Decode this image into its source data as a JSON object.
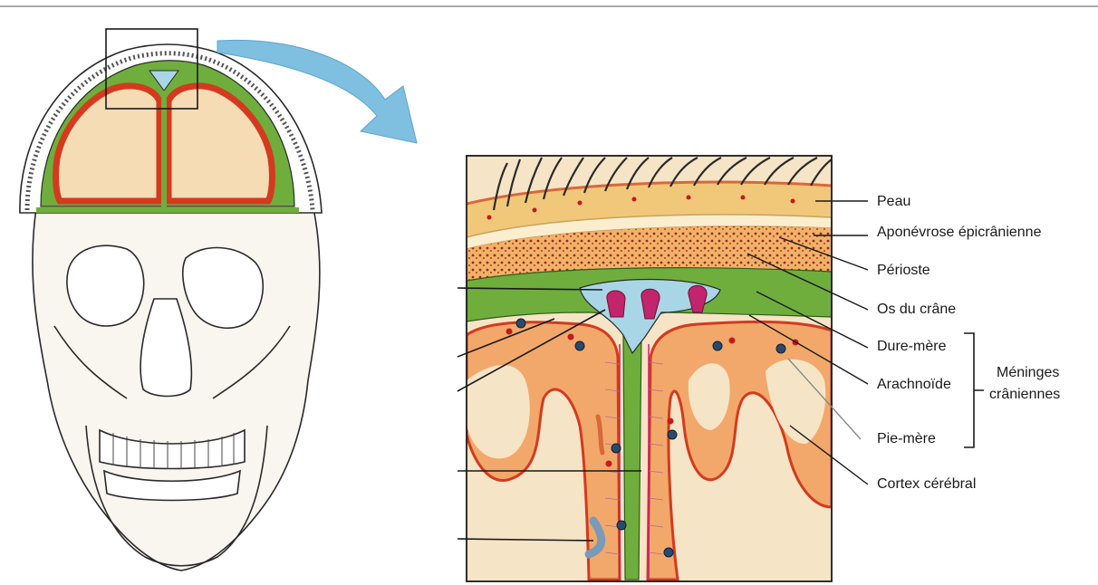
{
  "labels": {
    "peau": "Peau",
    "aponevrose": "Aponévrose épicrânienne",
    "perioste": "Périoste",
    "os": "Os du crâne",
    "dure": "Dure-mère",
    "arachnoide": "Arachnoïde",
    "pie": "Pie-mère",
    "cortex": "Cortex cérébral",
    "meninges_line1": "Méninges",
    "meninges_line2": "crâniennes"
  },
  "colors": {
    "bone": "#f3efe4",
    "dura": "#6fae3c",
    "csf": "#a9d6e6",
    "arrow": "#7fbfe0",
    "cortex": "#f2a86b",
    "cortex_edge": "#d43a1e",
    "white_matter": "#f6dcb4",
    "skin": "#f1c879",
    "hair": "#2a2a2a",
    "granulation": "#c2256b",
    "vessel": "#2b4a6b",
    "leader": "#1a1a1a"
  }
}
